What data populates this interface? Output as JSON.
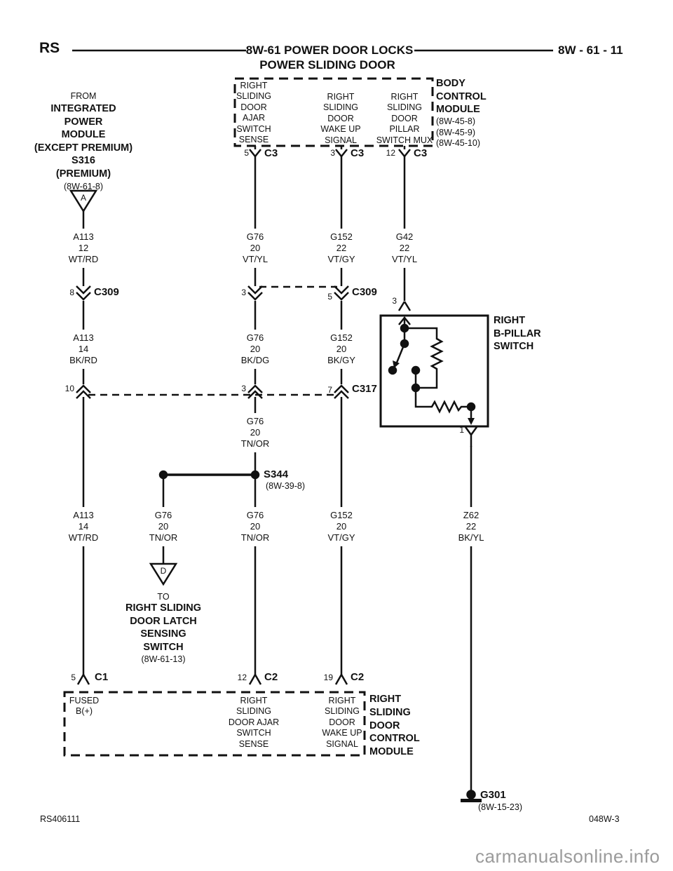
{
  "header": {
    "left_code": "RS",
    "title": "8W-61 POWER DOOR LOCKS",
    "subtitle": "POWER SLIDING DOOR",
    "page_number": "8W - 61 - 11"
  },
  "footer": {
    "left": "RS406111",
    "right": "048W-3",
    "watermark": "carmanualsonline.info"
  },
  "source_module": {
    "l1": "FROM",
    "l2": "INTEGRATED",
    "l3": "POWER",
    "l4": "MODULE",
    "l5": "(EXCEPT PREMIUM)",
    "l6": "S316",
    "l7": "(PREMIUM)",
    "l8": "(8W-61-8)",
    "connector_letter": "A"
  },
  "bcm": {
    "name1": "BODY",
    "name2": "CONTROL",
    "name3": "MODULE",
    "ref1": "(8W-45-8)",
    "ref2": "(8W-45-9)",
    "ref3": "(8W-45-10)",
    "pin1": {
      "l1": "RIGHT",
      "l2": "SLIDING",
      "l3": "DOOR",
      "l4": "AJAR",
      "l5": "SWITCH",
      "l6": "SENSE"
    },
    "pin2": {
      "l1": "RIGHT",
      "l2": "SLIDING",
      "l3": "DOOR",
      "l4": "WAKE UP",
      "l5": "SIGNAL"
    },
    "pin3": {
      "l1": "RIGHT",
      "l2": "SLIDING",
      "l3": "DOOR",
      "l4": "PILLAR",
      "l5": "SWITCH MUX"
    }
  },
  "connectors": {
    "c3_1": {
      "pin": "5",
      "name": "C3"
    },
    "c3_2": {
      "pin": "3",
      "name": "C3"
    },
    "c3_3": {
      "pin": "12",
      "name": "C3"
    },
    "c309_1": {
      "pin": "8",
      "name": "C309"
    },
    "c309_2": {
      "pin": "3"
    },
    "c309_3": {
      "pin": "5",
      "name": "C309"
    },
    "c317_1": {
      "pin": "10"
    },
    "c317_2": {
      "pin": "3"
    },
    "c317_3": {
      "pin": "7",
      "name": "C317"
    },
    "bpillar_in": {
      "pin": "3"
    },
    "bpillar_out": {
      "pin": "1"
    },
    "c1_1": {
      "pin": "5",
      "name": "C1"
    },
    "c2_1": {
      "pin": "12",
      "name": "C2"
    },
    "c2_2": {
      "pin": "19",
      "name": "C2"
    }
  },
  "wires": {
    "a113_a": {
      "code": "A113",
      "gauge": "12",
      "color": "WT/RD"
    },
    "a113_b": {
      "code": "A113",
      "gauge": "14",
      "color": "BK/RD"
    },
    "a113_c": {
      "code": "A113",
      "gauge": "14",
      "color": "WT/RD"
    },
    "g76_a": {
      "code": "G76",
      "gauge": "20",
      "color": "VT/YL"
    },
    "g76_b": {
      "code": "G76",
      "gauge": "20",
      "color": "BK/DG"
    },
    "g76_c": {
      "code": "G76",
      "gauge": "20",
      "color": "TN/OR"
    },
    "g76_d": {
      "code": "G76",
      "gauge": "20",
      "color": "TN/OR"
    },
    "g76_e": {
      "code": "G76",
      "gauge": "20",
      "color": "TN/OR"
    },
    "g152_a": {
      "code": "G152",
      "gauge": "22",
      "color": "VT/GY"
    },
    "g152_b": {
      "code": "G152",
      "gauge": "20",
      "color": "BK/GY"
    },
    "g152_c": {
      "code": "G152",
      "gauge": "20",
      "color": "VT/GY"
    },
    "g42_a": {
      "code": "G42",
      "gauge": "22",
      "color": "VT/YL"
    },
    "z62_a": {
      "code": "Z62",
      "gauge": "22",
      "color": "BK/YL"
    }
  },
  "splice": {
    "name": "S344",
    "ref": "(8W-39-8)"
  },
  "ground": {
    "name": "G301",
    "ref": "(8W-15-23)"
  },
  "bpillar": {
    "l1": "RIGHT",
    "l2": "B-PILLAR",
    "l3": "SWITCH"
  },
  "latch": {
    "connector_letter": "D",
    "l1": "TO",
    "l2": "RIGHT SLIDING",
    "l3": "DOOR LATCH",
    "l4": "SENSING",
    "l5": "SWITCH",
    "l6": "(8W-61-13)"
  },
  "rsdcm": {
    "name1": "RIGHT",
    "name2": "SLIDING",
    "name3": "DOOR",
    "name4": "CONTROL",
    "name5": "MODULE",
    "pin1": {
      "l1": "FUSED",
      "l2": "B(+)"
    },
    "pin2": {
      "l1": "RIGHT",
      "l2": "SLIDING",
      "l3": "DOOR AJAR",
      "l4": "SWITCH",
      "l5": "SENSE"
    },
    "pin3": {
      "l1": "RIGHT",
      "l2": "SLIDING",
      "l3": "DOOR",
      "l4": "WAKE UP",
      "l5": "SIGNAL"
    }
  }
}
